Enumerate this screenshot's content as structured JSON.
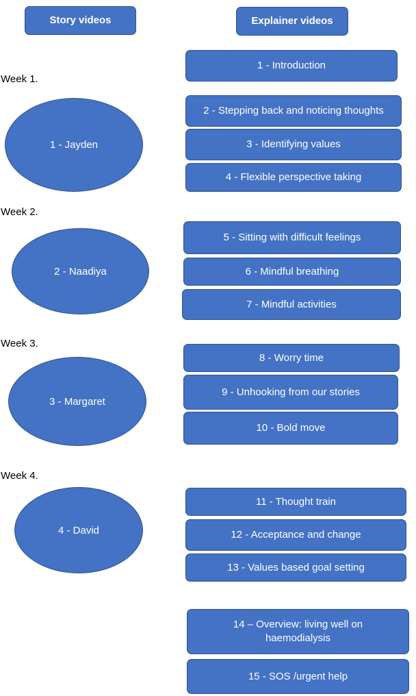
{
  "headers": {
    "story": "Story videos",
    "explainer": "Explainer videos"
  },
  "weeks": [
    "Week 1.",
    "Week 2.",
    "Week 3.",
    "Week 4."
  ],
  "stories": [
    "1 - Jayden",
    "2 - Naadiya",
    "3 - Margaret",
    "4 - David"
  ],
  "explainers": [
    "1 - Introduction",
    "2 - Stepping back and noticing thoughts",
    "3 - Identifying values",
    "4 - Flexible perspective taking",
    "5 - Sitting with difficult feelings",
    "6 - Mindful breathing",
    "7 - Mindful activities",
    "8 - Worry time",
    "9 - Unhooking from our stories",
    "10 - Bold move",
    "11 - Thought train",
    "12 - Acceptance and change",
    "13 - Values based goal setting",
    "14 – Overview: living well on haemodialysis",
    "15 - SOS /urgent help"
  ],
  "colors": {
    "shape_fill": "#4472c4",
    "shape_border": "#2f528f",
    "shape_text": "#ffffff"
  }
}
